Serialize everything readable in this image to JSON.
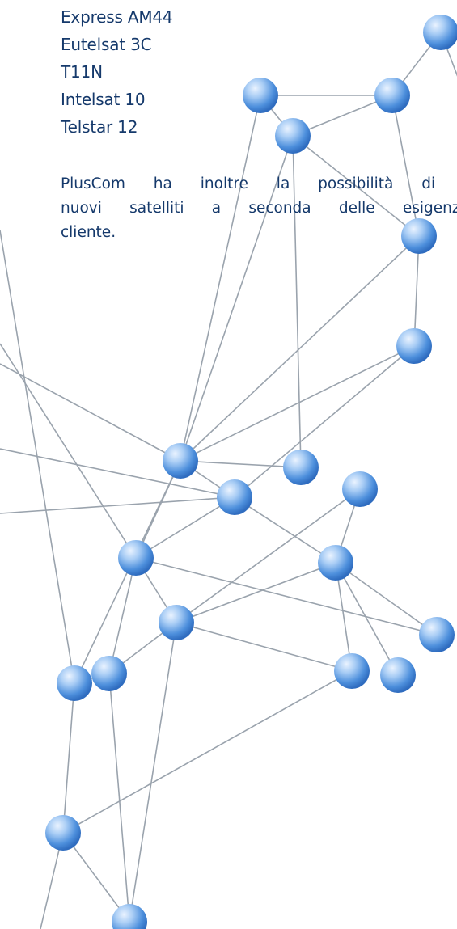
{
  "satellites": [
    "Express AM44",
    "Eutelsat 3C",
    "T11N",
    "Intelsat 10",
    "Telstar 12"
  ],
  "paragraph": {
    "lines": [
      "PlusCom ha inoltre la possibilità di attiv",
      "nuovi satelliti a seconda delle esigenze",
      "cliente."
    ]
  },
  "colors": {
    "text": "#15396b",
    "node": "#4d8fdc",
    "node_highlight": "#eaf3ff",
    "edge": "#9aa3ad"
  },
  "graphic": {
    "icon": "network-graph-decoration"
  }
}
